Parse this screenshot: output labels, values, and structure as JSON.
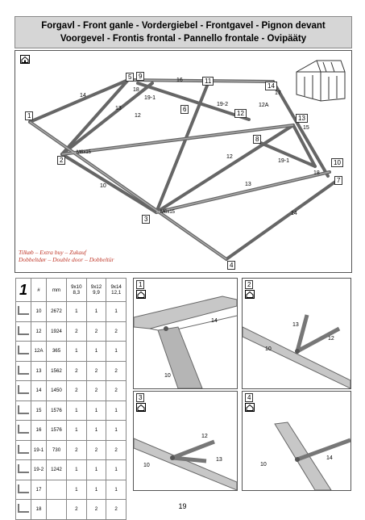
{
  "header": {
    "line1": "Forgavl - Front ganle - Vordergiebel - Frontgavel - Pignon devant",
    "line2": "Voorgevel - Frontis frontal - Pannello frontale - Ovipääty"
  },
  "icons": {
    "house": "house-icon"
  },
  "main_diagram": {
    "callouts": [
      "1",
      "2",
      "3",
      "4",
      "5",
      "6",
      "7",
      "9",
      "10",
      "11",
      "12",
      "13",
      "14"
    ],
    "part_labels": [
      "14",
      "13",
      "12",
      "18",
      "19-1",
      "16",
      "19-2",
      "12A",
      "17",
      "15",
      "12",
      "19-1",
      "18",
      "13",
      "14",
      "10",
      "M6x15",
      "M6x15"
    ],
    "note_line1": "Tilkøb – Extra buy – Zukauf",
    "note_line2": "Dobbeltdør – Double door – Dobbeltür"
  },
  "parts_table": {
    "step_number": "1",
    "col_count": "#",
    "col_mm": "mm",
    "col_sizes": [
      "9x10\n8,3",
      "9x12\n9,9",
      "9x14\n12,1"
    ],
    "col_size_lines": [
      [
        "9x10",
        "8,3"
      ],
      [
        "9x12",
        "9,9"
      ],
      [
        "9x14",
        "12,1"
      ]
    ],
    "rows": [
      {
        "part": "10",
        "mm": "2672",
        "a": "1",
        "b": "1",
        "c": "1"
      },
      {
        "part": "12",
        "mm": "1924",
        "a": "2",
        "b": "2",
        "c": "2"
      },
      {
        "part": "12A",
        "mm": "365",
        "a": "1",
        "b": "1",
        "c": "1"
      },
      {
        "part": "13",
        "mm": "1562",
        "a": "2",
        "b": "2",
        "c": "2"
      },
      {
        "part": "14",
        "mm": "1450",
        "a": "2",
        "b": "2",
        "c": "2"
      },
      {
        "part": "15",
        "mm": "1576",
        "a": "1",
        "b": "1",
        "c": "1"
      },
      {
        "part": "16",
        "mm": "1576",
        "a": "1",
        "b": "1",
        "c": "1"
      },
      {
        "part": "19-1",
        "mm": "730",
        "a": "2",
        "b": "2",
        "c": "2"
      },
      {
        "part": "19-2",
        "mm": "1242",
        "a": "1",
        "b": "1",
        "c": "1"
      },
      {
        "part": "17",
        "mm": "",
        "a": "1",
        "b": "1",
        "c": "1"
      },
      {
        "part": "18",
        "mm": "",
        "a": "2",
        "b": "2",
        "c": "2"
      }
    ]
  },
  "details": [
    {
      "number": "1",
      "labels": [
        "14",
        "10"
      ]
    },
    {
      "number": "2",
      "labels": [
        "13",
        "12",
        "10"
      ]
    },
    {
      "number": "3",
      "labels": [
        "12",
        "13",
        "10"
      ]
    },
    {
      "number": "4",
      "labels": [
        "14",
        "10"
      ]
    }
  ],
  "page_number": "19"
}
